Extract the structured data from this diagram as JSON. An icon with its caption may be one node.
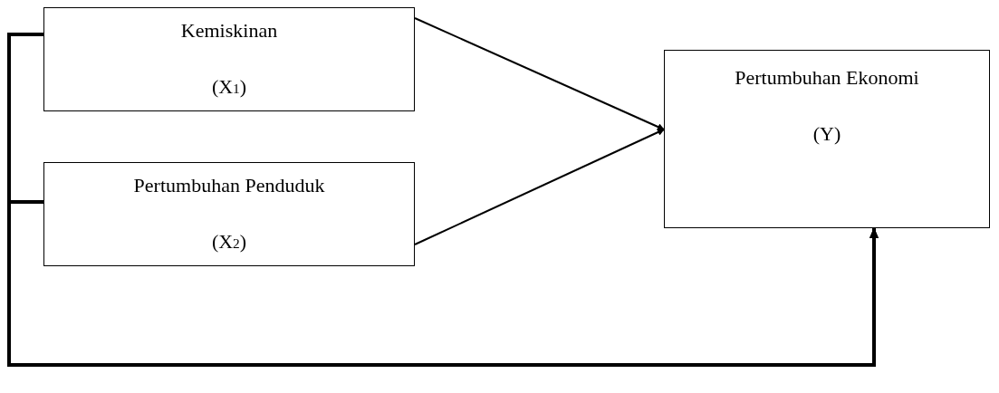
{
  "diagram": {
    "nodes": [
      {
        "text": [
          "Kemiskinan",
          "(X$_{1}$)"
        ]
      },
      {
        "text": [
          "Pertumbuhan Penduduk",
          "(X$_{2}$)"
        ]
      },
      {
        "text": [
          "Pertumbuhan Ekonomi",
          "(Y)"
        ]
      }
    ],
    "edges": [
      {
        "from": 0,
        "to": 2,
        "arrow": "to"
      },
      {
        "from": 1,
        "to": 2,
        "arrow": "to"
      },
      {
        "from": 0,
        "to": 2,
        "arrow": "to",
        "style": "thick"
      },
      {
        "from": 1,
        "to": 2,
        "arrow": "to",
        "style": "thick"
      }
    ]
  }
}
